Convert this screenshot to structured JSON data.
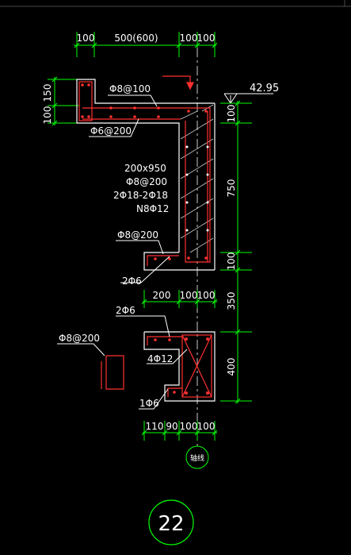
{
  "colors": {
    "background": "#000000",
    "dimension": "#00ff00",
    "outline": "#ffffff",
    "rebar": "#ff3030",
    "hatch": "#cccccc",
    "axis": "#cccccc",
    "frame": "#4a4a4a"
  },
  "top_dimensions": [
    "100",
    "500(600)",
    "100",
    "100"
  ],
  "left_dimensions": [
    "100",
    "150"
  ],
  "elevation": "42.95",
  "right_dimensions": [
    "100",
    "750",
    "100",
    "350",
    "400"
  ],
  "labels": {
    "slab_top_rebar": "Φ8@100",
    "slab_dist_rebar": "Φ6@200",
    "beam_size": "200x950",
    "beam_stirrup": "Φ8@200",
    "beam_bars": "2Φ18-2Φ18",
    "beam_side_bars": "N8Φ12",
    "ledge_rebar": "Φ8@200",
    "ledge_bars": "2Φ6",
    "lower_bars_top": "2Φ6",
    "lower_column_bars": "4Φ12",
    "lower_bars_bottom": "1Φ6",
    "detail_stirrup": "Φ8@200"
  },
  "mid_dimensions": [
    "200",
    "100",
    "100"
  ],
  "bottom_dimensions": [
    "110",
    "90",
    "100",
    "100"
  ],
  "axis_label": "轴线",
  "detail_number": "22"
}
